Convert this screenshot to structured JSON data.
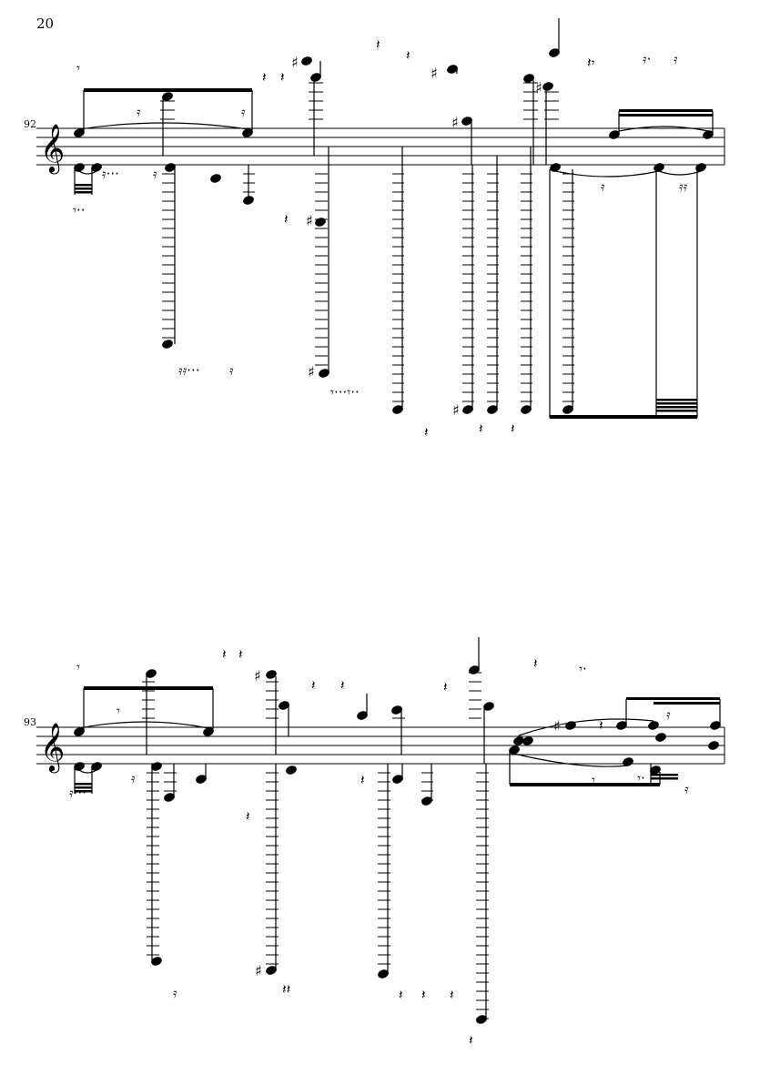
{
  "page": {
    "number": "20"
  },
  "systems": [
    {
      "measure_number": "92",
      "clef": "treble"
    },
    {
      "measure_number": "93",
      "clef": "treble"
    }
  ],
  "colors": {
    "ink": "#000000",
    "paper": "#ffffff"
  },
  "icons": {
    "clef": "treble-clef-icon",
    "rest": "quarter-rest-icon",
    "sharp": "sharp-icon"
  }
}
